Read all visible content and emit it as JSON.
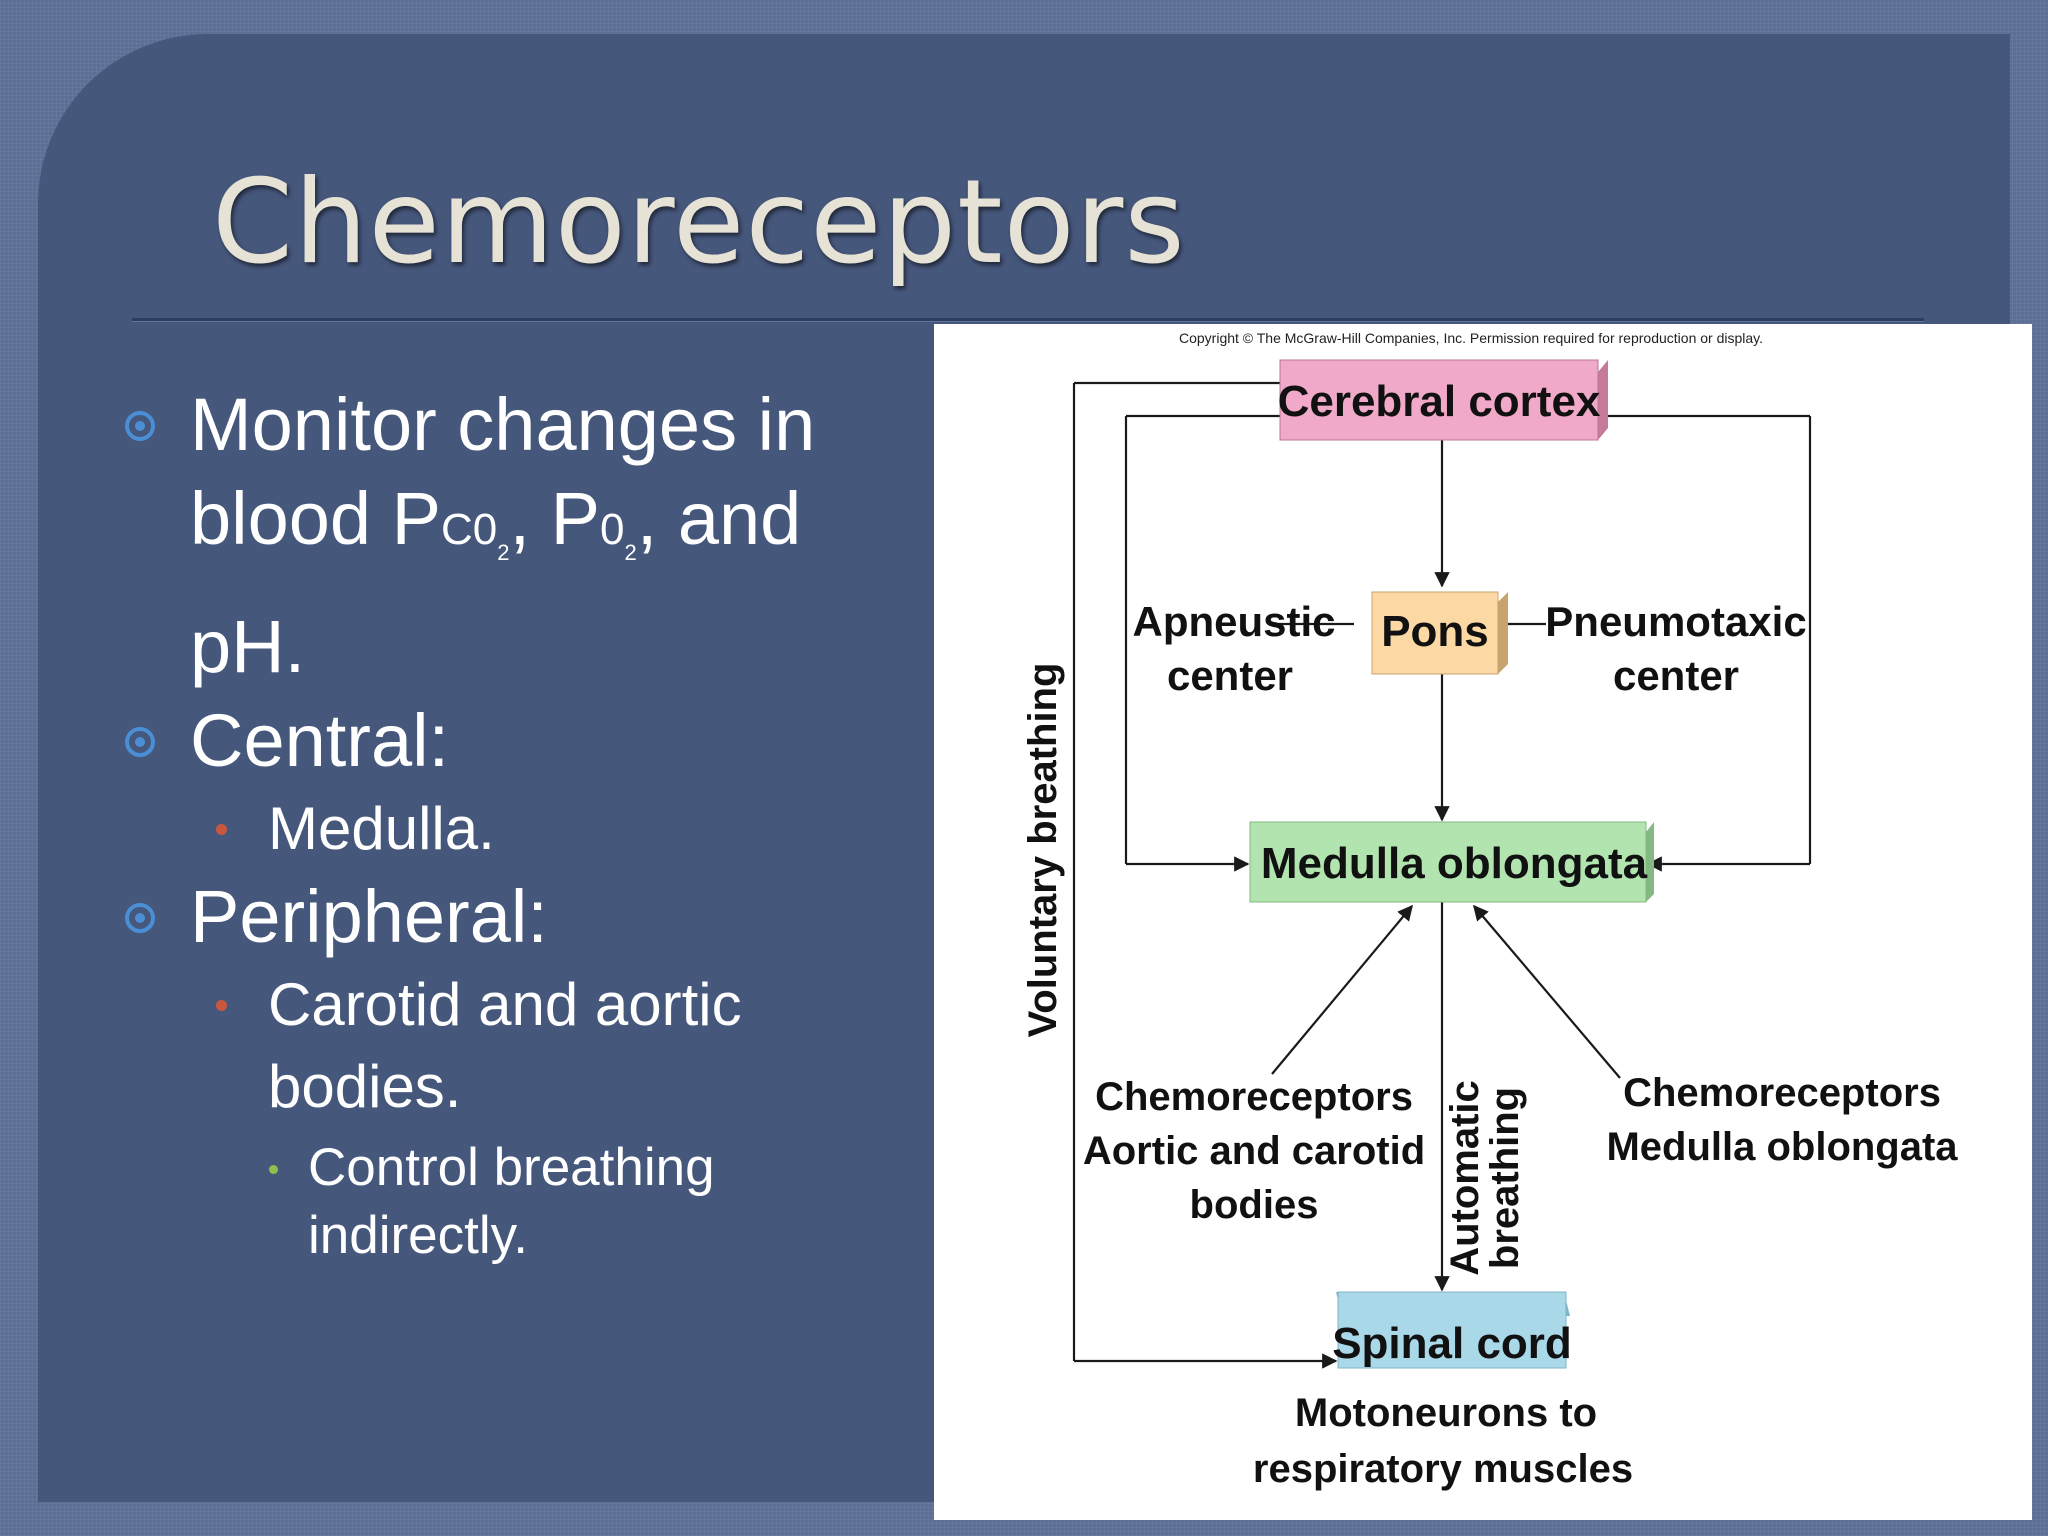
{
  "slide": {
    "title": "Chemoreceptors",
    "bullets": {
      "b1_line1": "Monitor changes in",
      "b1_blood": "blood P",
      "b1_co2_sub": "C0",
      "b1_sub2a": "2",
      "b1_comma1": ", P",
      "b1_o2_sub": "0",
      "b1_sub2b": "2",
      "b1_and": ", and",
      "b1_line3": "pH.",
      "b2": "Central:",
      "b2_1": "Medulla.",
      "b3": "Peripheral:",
      "b3_1_line1": "Carotid and aortic",
      "b3_1_line2": "bodies.",
      "b3_1_1_line1": "Control breathing",
      "b3_1_1_line2": "indirectly."
    },
    "colors": {
      "bullet_l1": "#4a8fd6",
      "bullet_l2": "#c8573f",
      "bullet_l3": "#8fbf4d",
      "panel": "#46577c"
    }
  },
  "diagram": {
    "copyright": "Copyright © The McGraw-Hill Companies, Inc. Permission required for reproduction or display.",
    "cerebral_cortex": "Cerebral cortex",
    "pons": "Pons",
    "apneustic_1": "Apneustic",
    "apneustic_2": "center",
    "pneumotaxic_1": "Pneumotaxic",
    "pneumotaxic_2": "center",
    "medulla": "Medulla oblongata",
    "voluntary": "Voluntary breathing",
    "automatic_1": "Automatic",
    "automatic_2": "breathing",
    "chemo_left_1": "Chemoreceptors",
    "chemo_left_2": "Aortic and carotid",
    "chemo_left_3": "bodies",
    "chemo_right_1": "Chemoreceptors",
    "chemo_right_2": "Medulla oblongata",
    "spinal_cord": "Spinal cord",
    "motoneurons_1": "Motoneurons to",
    "motoneurons_2": "respiratory muscles",
    "colors": {
      "cortex": "#f0a9c8",
      "pons": "#fcd9a4",
      "medulla": "#b2e4b0",
      "spinal": "#a9d8e8"
    }
  }
}
